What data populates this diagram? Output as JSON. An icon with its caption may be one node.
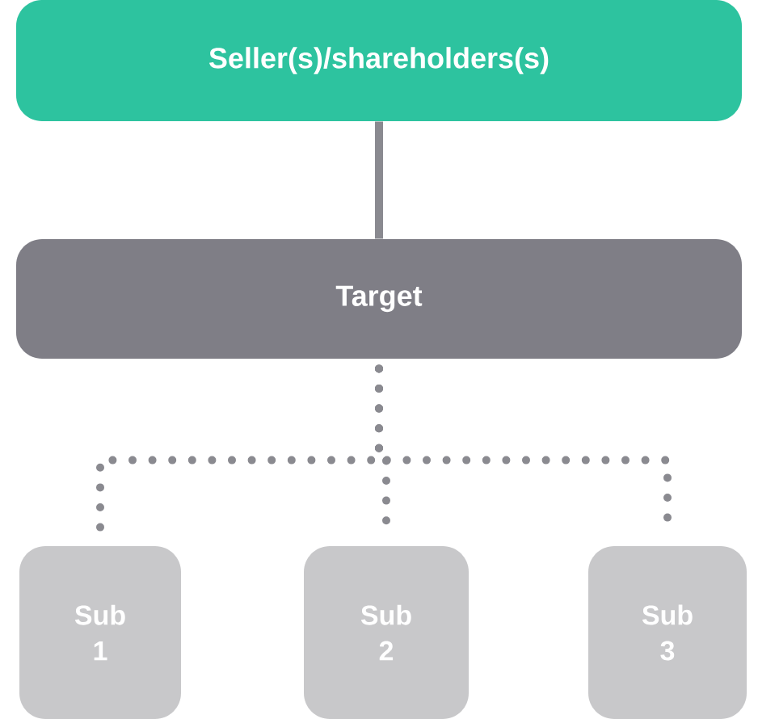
{
  "diagram": {
    "nodes": [
      {
        "text": [
          "Seller(s)/shareholders(s)"
        ]
      },
      {
        "text": [
          "Target"
        ]
      },
      {
        "text": [
          "Sub 1"
        ]
      },
      {
        "text": [
          "Sub 2"
        ]
      },
      {
        "text": [
          "Sub 3"
        ]
      }
    ],
    "edges": [
      {
        "from": 0,
        "to": 1,
        "arrow": "none"
      },
      {
        "from": 1,
        "to": 2,
        "arrow": "none",
        "style": "dashed"
      },
      {
        "from": 1,
        "to": 3,
        "arrow": "none",
        "style": "dashed"
      },
      {
        "from": 1,
        "to": 4,
        "arrow": "none",
        "style": "dashed"
      }
    ]
  }
}
